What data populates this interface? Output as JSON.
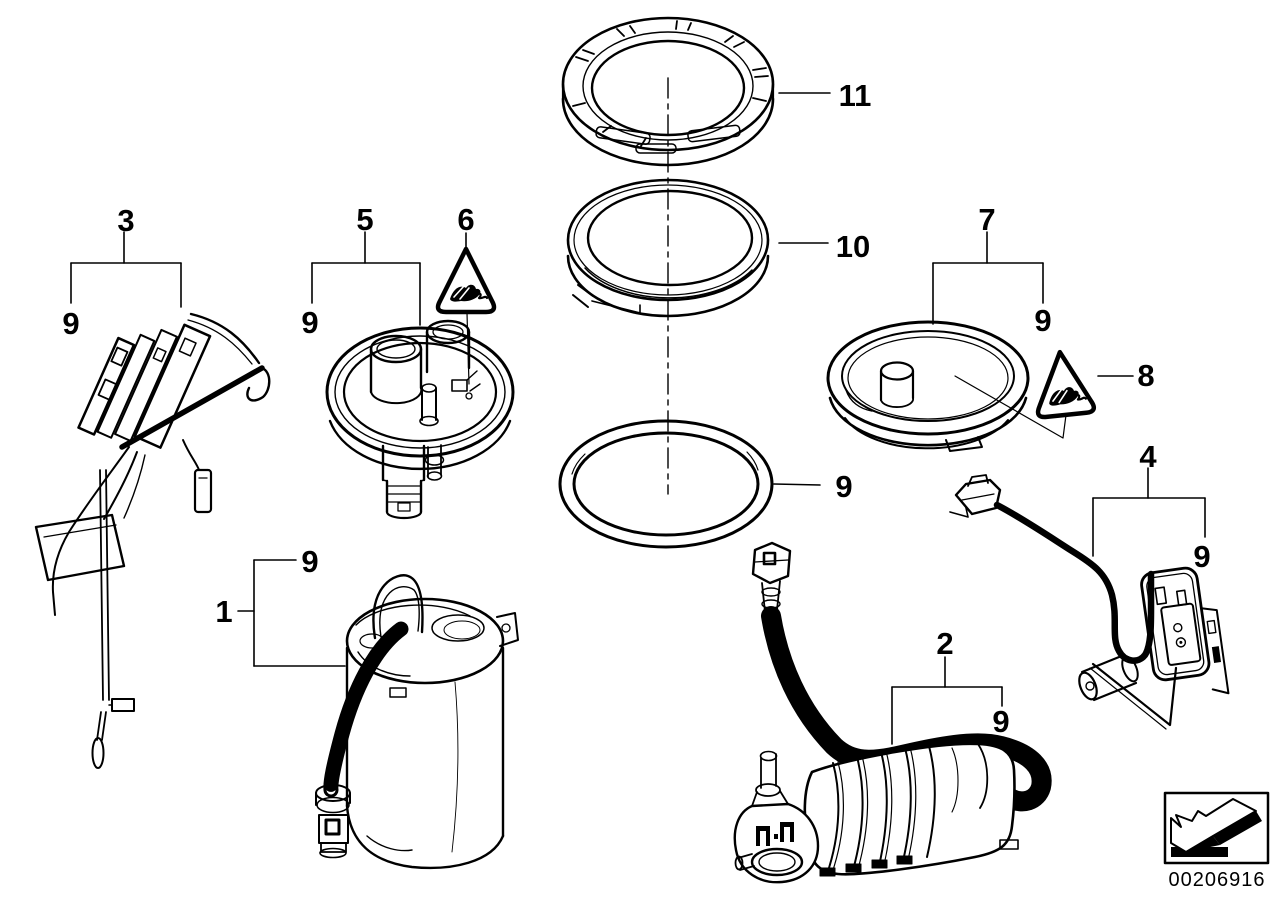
{
  "diagram": {
    "background_color": "#ffffff",
    "line_color": "#000000",
    "doc_number": "00206916",
    "callouts": {
      "1": "1",
      "2": "2",
      "3": "3",
      "4": "4",
      "5": "5",
      "6": "6",
      "7": "7",
      "8": "8",
      "9": "9",
      "10": "10",
      "11": "11"
    }
  }
}
